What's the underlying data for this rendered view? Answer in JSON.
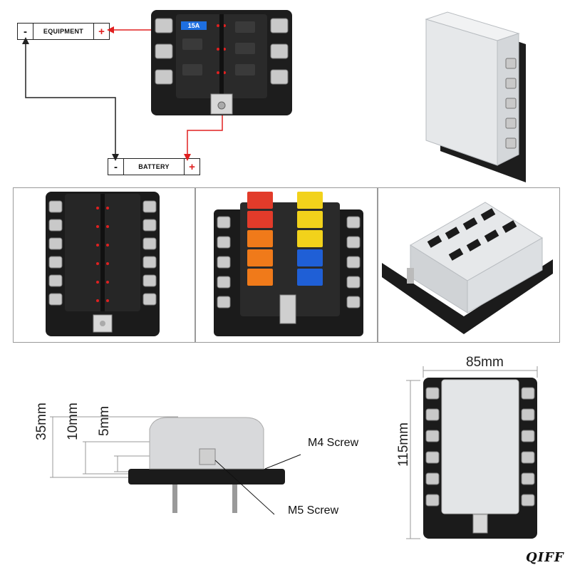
{
  "wiring": {
    "equipment_label": "EQUIPMENT",
    "battery_label": "BATTERY",
    "minus": "-",
    "plus": "+",
    "fuse_rating": "15A"
  },
  "dimensions": {
    "width": "85mm",
    "height": "115mm",
    "total_height": "35mm",
    "mid_height": "10mm",
    "small_height": "5mm"
  },
  "callouts": {
    "m4": "M4 Screw",
    "m5": "M5 Screw"
  },
  "brand": "QIFF",
  "colors": {
    "wire_red": "#e02020",
    "wire_black": "#222222",
    "led_red": "#e02020",
    "fuse_red": "#e23b2a",
    "fuse_orange": "#f07a1a",
    "fuse_yellow": "#f2d21b",
    "fuse_blue": "#1f5fd6",
    "body_black": "#1b1b1b",
    "cover_clear": "#e6e8ea"
  }
}
